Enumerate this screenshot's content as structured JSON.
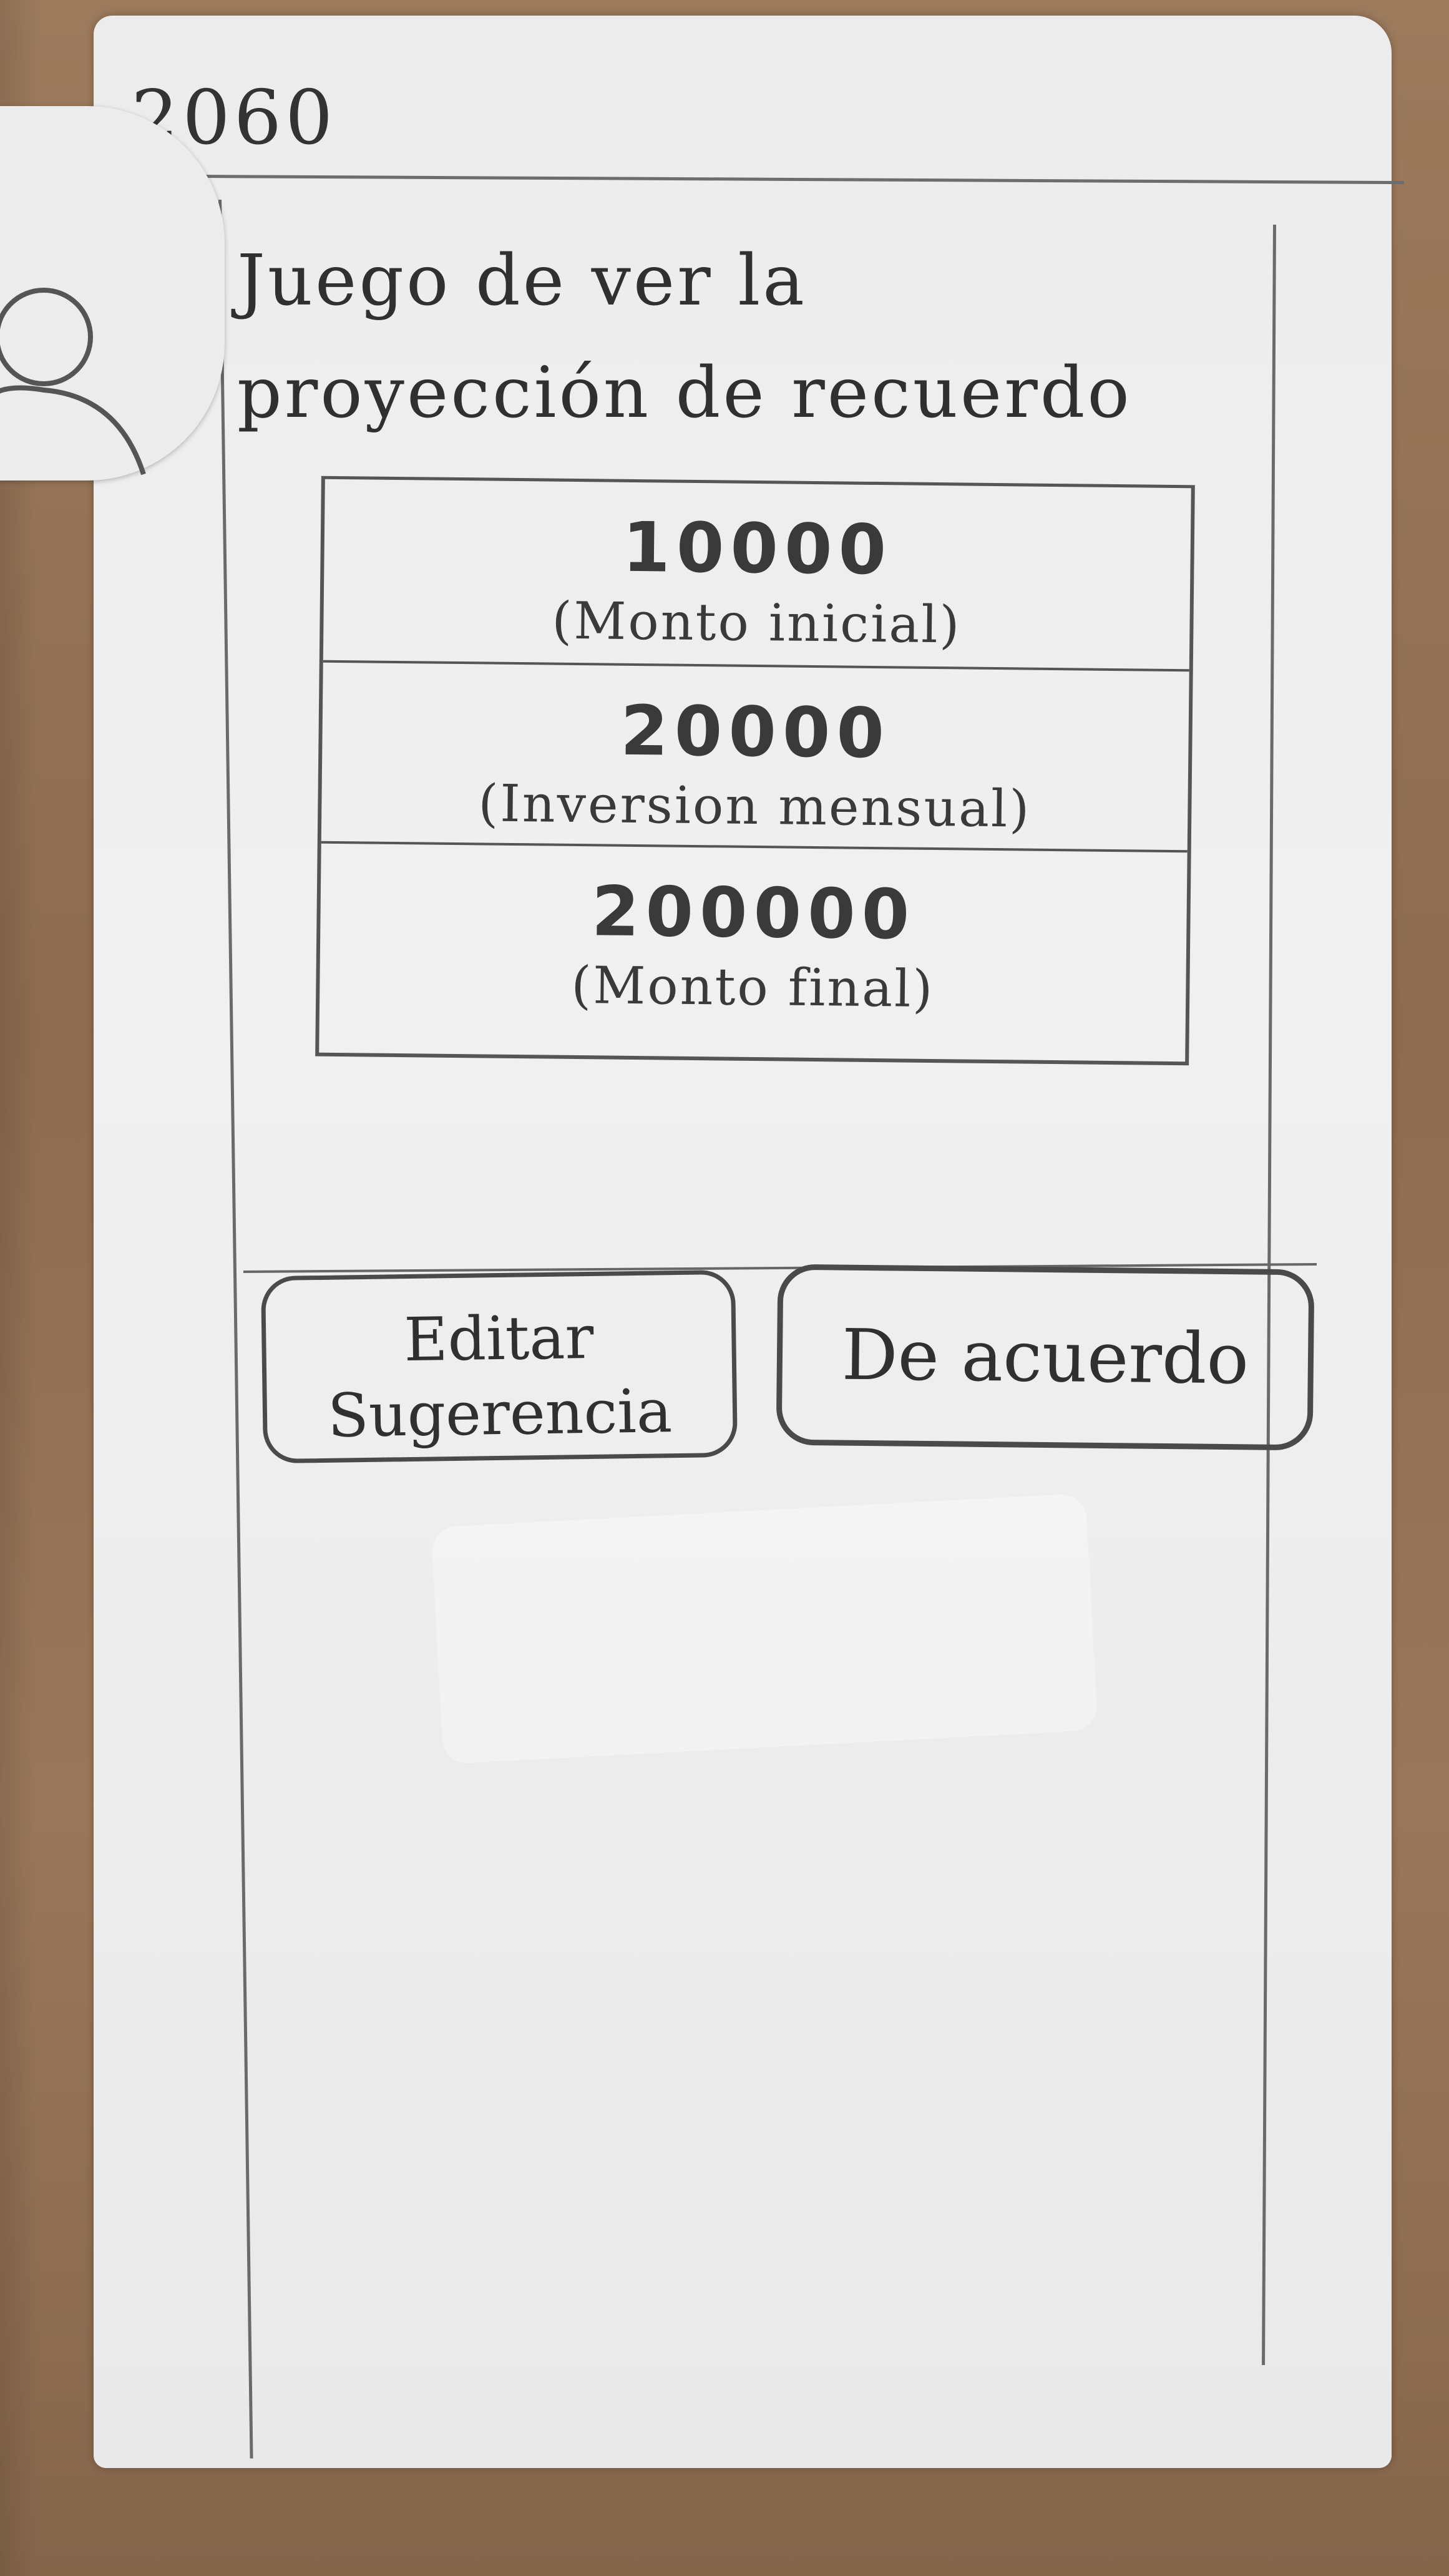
{
  "status_bar": {
    "time": "2060"
  },
  "screen": {
    "title_line1": "Juego de ver la",
    "title_line2": "proyección de recuerdo"
  },
  "projection": {
    "initial": {
      "value": "10000",
      "label": "(Monto inicial)"
    },
    "monthly": {
      "value": "20000",
      "label": "(Inversion mensual)"
    },
    "final": {
      "value": "200000",
      "label": "(Monto final)"
    }
  },
  "buttons": {
    "edit_line1": "Editar",
    "edit_line2": "Sugerencia",
    "agree": "De acuerdo"
  },
  "icons": {
    "avatar": "user-avatar-icon"
  }
}
